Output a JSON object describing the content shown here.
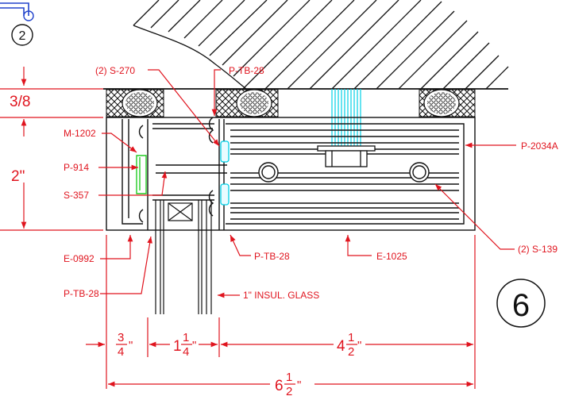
{
  "labels": {
    "s270": "(2) S-270",
    "ptb_top": "P-TB-28",
    "m1202": "M-1202",
    "p914": "P-914",
    "s357": "S-357",
    "e0992": "E-0992",
    "ptb_bot_left": "P-TB-28",
    "ptb_bot_mid": "P-TB-28",
    "e1025": "E-1025",
    "p2034a": "P-2034A",
    "s139": "(2) S-139",
    "glass": "1\" INSUL. GLASS"
  },
  "dimensions": {
    "d_38": "3/8",
    "d_2": "2\"",
    "d_34_num": "3",
    "d_34_den": "4",
    "d_114_whole": "1",
    "d_114_num": "1",
    "d_114_den": "4",
    "d_412_whole": "4",
    "d_412_num": "1",
    "d_412_den": "2",
    "d_612_whole": "6",
    "d_612_num": "1",
    "d_612_den": "2",
    "inch": "\""
  },
  "callouts": {
    "detail_ref": "2",
    "detail_number": "6"
  }
}
